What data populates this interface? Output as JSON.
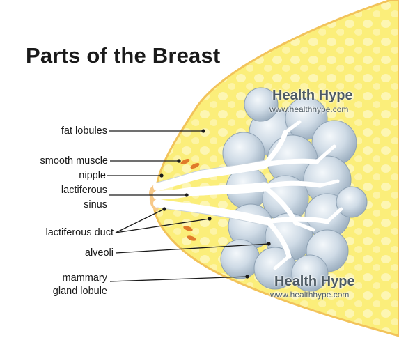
{
  "title": "Parts of the Breast",
  "watermark": {
    "brand": "Health Hype",
    "url": "www.healthhype.com"
  },
  "labels": {
    "fat_lobules": "fat lobules",
    "smooth_muscle": "smooth muscle",
    "nipple": "nipple",
    "lactiferous_sinus_line1": "lactiferous",
    "lactiferous_sinus_line2": "sinus",
    "lactiferous_duct": "lactiferous duct",
    "alveoli": "alveoli",
    "mammary_gland_lobule_line1": "mammary",
    "mammary_gland_lobule_line2": "gland lobule"
  },
  "colors": {
    "breast_fill": "#fbee7a",
    "breast_outline": "#f2c35a",
    "lobule_fill": "#c9d6e3",
    "duct_fill": "#ffffff",
    "muscle": "#e07a2a"
  }
}
